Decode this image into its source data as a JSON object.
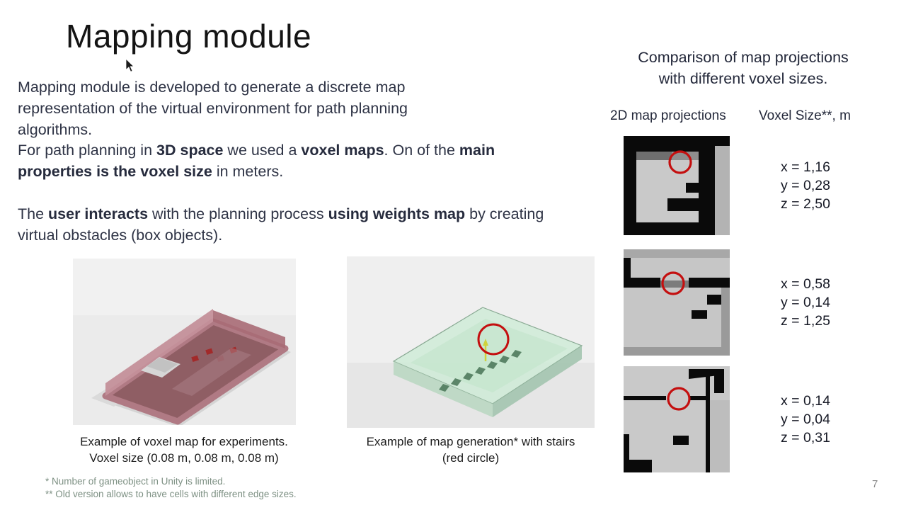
{
  "slide": {
    "title": "Mapping module",
    "page_number": "7",
    "colors": {
      "body_text": "#2e3345",
      "accent_red": "#c40f0f",
      "footnote_green": "#7e9184",
      "wall_maroon": "#c08b94",
      "glass_green": "#cdebd6"
    }
  },
  "body": {
    "para1": [
      {
        "t": "Mapping module is developed to generate a discrete map representation of the virtual environment for path planning algorithms."
      }
    ],
    "para2": [
      {
        "t": "For path planning in "
      },
      {
        "t": "3D space",
        "b": true
      },
      {
        "t": " we used a "
      },
      {
        "t": "voxel maps",
        "b": true
      },
      {
        "t": ". On of the "
      },
      {
        "t": "main properties is the voxel size",
        "b": true
      },
      {
        "t": " in meters."
      }
    ],
    "para3": [
      {
        "t": "The "
      },
      {
        "t": "user interacts",
        "b": true
      },
      {
        "t": " with the planning process "
      },
      {
        "t": "using weights map",
        "b": true
      },
      {
        "t": " by creating virtual obstacles (box objects)."
      }
    ]
  },
  "figures": {
    "voxel_map": {
      "caption_line1": "Example of voxel map for experiments.",
      "caption_line2": "Voxel size (0.08 m, 0.08 m, 0.08 m)"
    },
    "map_generation": {
      "caption_line1": "Example of map generation* with stairs",
      "caption_line2": "(red circle)"
    }
  },
  "comparison": {
    "heading": "Comparison of map projections with different voxel sizes.",
    "col_projections": "2D map projections",
    "col_voxel_size": "Voxel Size**, m",
    "rows": [
      {
        "x": "x = 1,16",
        "y": "y = 0,28",
        "z": "z = 2,50"
      },
      {
        "x": "x = 0,58",
        "y": "y = 0,14",
        "z": "z = 1,25"
      },
      {
        "x": "x = 0,14",
        "y": "y = 0,04",
        "z": "z = 0,31"
      }
    ]
  },
  "footnotes": [
    "* Number of gameobject in Unity is limited.",
    "** Old version allows to have cells with different edge sizes."
  ]
}
